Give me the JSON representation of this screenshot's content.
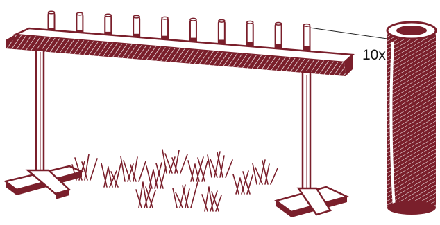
{
  "labels": {
    "magnification": "10x"
  },
  "colors": {
    "ink": "#7a1f2b",
    "paper": "#ffffff",
    "text": "#111111"
  },
  "diagram": {
    "tube_count": 10,
    "parts": [
      "rack",
      "tube",
      "magnified-tube",
      "grass",
      "leader-line"
    ]
  }
}
